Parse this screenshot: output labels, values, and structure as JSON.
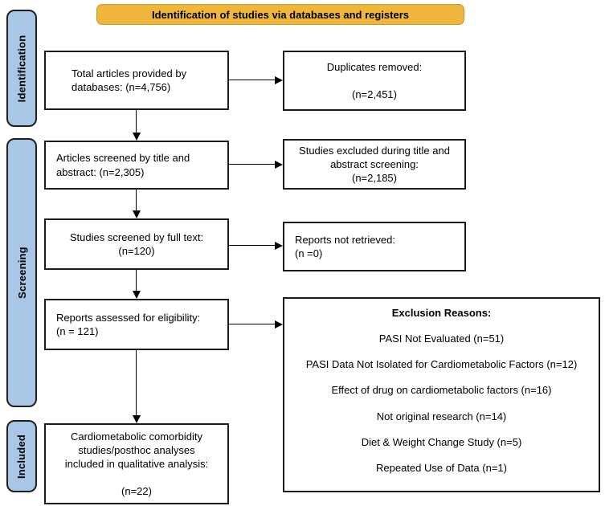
{
  "banner": {
    "title": "Identification of studies via databases and registers"
  },
  "stages": {
    "identification": "Identification",
    "screening": "Screening",
    "included": "Included"
  },
  "boxes": {
    "database_articles": {
      "line1": "Total articles provided by",
      "line2": "databases: (n=4,756)"
    },
    "duplicates_removed": {
      "line1": "Duplicates removed:",
      "line2": "(n=2,451)"
    },
    "title_abstract_screened": {
      "line1": "Articles screened by title and",
      "line2": "abstract: (n=2,305)"
    },
    "title_abstract_excluded": {
      "line1": "Studies excluded during title and",
      "line2": "abstract screening:",
      "line3": "(n=2,185)"
    },
    "full_text_screened": {
      "line1": "Studies screened by full text:",
      "line2": "(n=120)"
    },
    "not_retrieved": {
      "line1": "Reports not retrieved:",
      "line2": "(n =0)"
    },
    "eligibility": {
      "line1": "Reports assessed for eligibility:",
      "line2": "(n = 121)"
    },
    "exclusion": {
      "title": "Exclusion Reasons:",
      "reasons": [
        "PASI Not Evaluated (n=51)",
        "PASI Data Not Isolated for Cardiometabolic Factors (n=12)",
        "Effect of drug on cardiometabolic factors (n=16)",
        "Not original research (n=14)",
        "Diet & Weight Change Study (n=5)",
        "Repeated Use of Data (n=1)"
      ]
    },
    "included_qualitative": {
      "line1": "Cardiometabolic comorbidity",
      "line2": "studies/posthoc analyses",
      "line3": "included in qualitative analysis:",
      "line4": "(n=22)"
    }
  },
  "colors": {
    "banner_fill": "#EFB63D",
    "banner_border": "#C9952D",
    "stage_fill": "#A9C6E7",
    "stage_border": "#1F1F1F",
    "box_border": "#1C1C1C",
    "arrow": "#000000"
  }
}
